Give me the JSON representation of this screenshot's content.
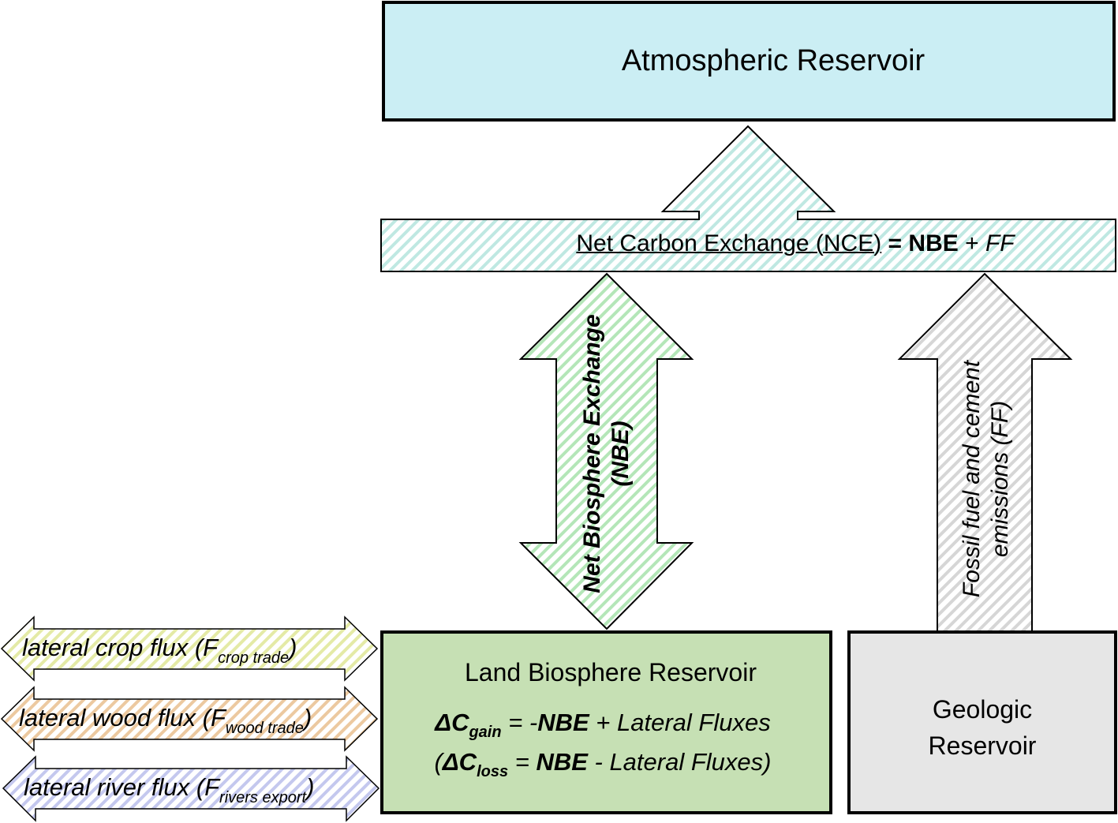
{
  "diagram": {
    "colors": {
      "atmosphere_fill": "#cbeef4",
      "land_fill": "#c6e0b4",
      "geologic_fill": "#e6e6e6",
      "nce_hatch": "#bfe8e2",
      "nbe_hatch": "#b4e6b8",
      "ff_hatch": "#d6d6d6",
      "crop_hatch": "#e4eaa6",
      "wood_hatch": "#ecc9a0",
      "river_hatch": "#c4c8ee",
      "stroke": "#000000"
    },
    "atmospheric_reservoir": {
      "title": "Atmospheric Reservoir"
    },
    "net_carbon_exchange": {
      "label_underlined": "Net Carbon Exchange (NCE)",
      "equals": " = ",
      "nbe": "NBE",
      "plus": " + ",
      "ff": "FF",
      "direction": "up"
    },
    "net_biosphere_exchange": {
      "line1": "Net Biosphere Exchange",
      "line2": "(NBE)",
      "direction": "bidirectional"
    },
    "fossil_fuel": {
      "line1": "Fossil fuel and cement",
      "line2": "emissions (FF)",
      "direction": "up"
    },
    "land_biosphere_reservoir": {
      "title": "Land Biosphere Reservoir",
      "eq1": {
        "delta": "ΔC",
        "sub": "gain",
        "mid": " = -",
        "nbe": "NBE",
        "rest": " + Lateral Fluxes"
      },
      "eq2": {
        "open": "(",
        "delta": "ΔC",
        "sub": "loss",
        "mid": " = ",
        "nbe": "NBE",
        "rest": " - Lateral Fluxes)"
      }
    },
    "geologic_reservoir": {
      "title_line1": "Geologic",
      "title_line2": "Reservoir"
    },
    "lateral_fluxes": [
      {
        "name": "lateral crop flux (F",
        "sub": "crop trade",
        "close": ")"
      },
      {
        "name": "lateral wood flux (F",
        "sub": "wood trade",
        "close": ")"
      },
      {
        "name": "lateral river flux (F",
        "sub": "rivers export",
        "close": ")"
      }
    ]
  }
}
